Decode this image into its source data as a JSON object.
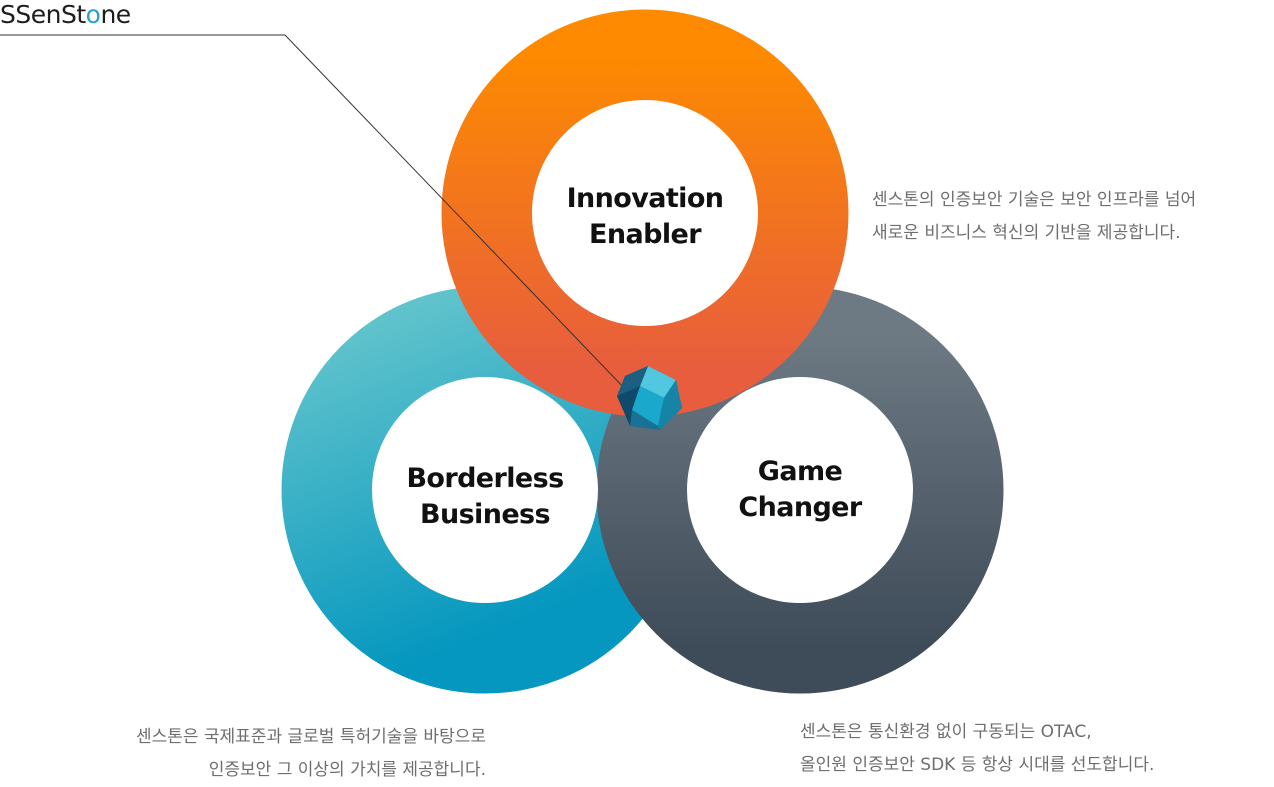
{
  "brand": {
    "logo_prefix": "SSenSt",
    "logo_accent": "o",
    "logo_suffix": "ne"
  },
  "circles": [
    {
      "key": "innovation",
      "line1": "Innovation",
      "line2": "Enabler"
    },
    {
      "key": "borderless",
      "line1": "Borderless",
      "line2": "Business"
    },
    {
      "key": "game",
      "line1": "Game",
      "line2": "Changer"
    }
  ],
  "descriptions": {
    "innovation": {
      "line1": "센스톤의 인증보안 기술은 보안 인프라를 넘어",
      "line2": "새로운 비즈니스 혁신의 기반을 제공합니다."
    },
    "borderless": {
      "line1": "센스톤은 국제표준과 글로벌 특허기술을 바탕으로",
      "line2": "인증보안 그 이상의 가치를 제공합니다."
    },
    "game": {
      "line1": "센스톤은 통신환경 없이 구동되는 OTAC,",
      "line2": "올인원 인증보안 SDK 등 항상 시대를 선도합니다."
    }
  },
  "colors": {
    "innovation_ring": [
      "#fc8a00",
      "#e8643a"
    ],
    "borderless_ring": [
      "#5ec3cb",
      "#0b9ac0"
    ],
    "game_ring": [
      "#697681",
      "#414f5c"
    ],
    "center_gray": "#e4e5e7",
    "gem": [
      "#1a6a8c",
      "#1aa9cc",
      "#52c7e0",
      "#0f4a6a"
    ]
  }
}
